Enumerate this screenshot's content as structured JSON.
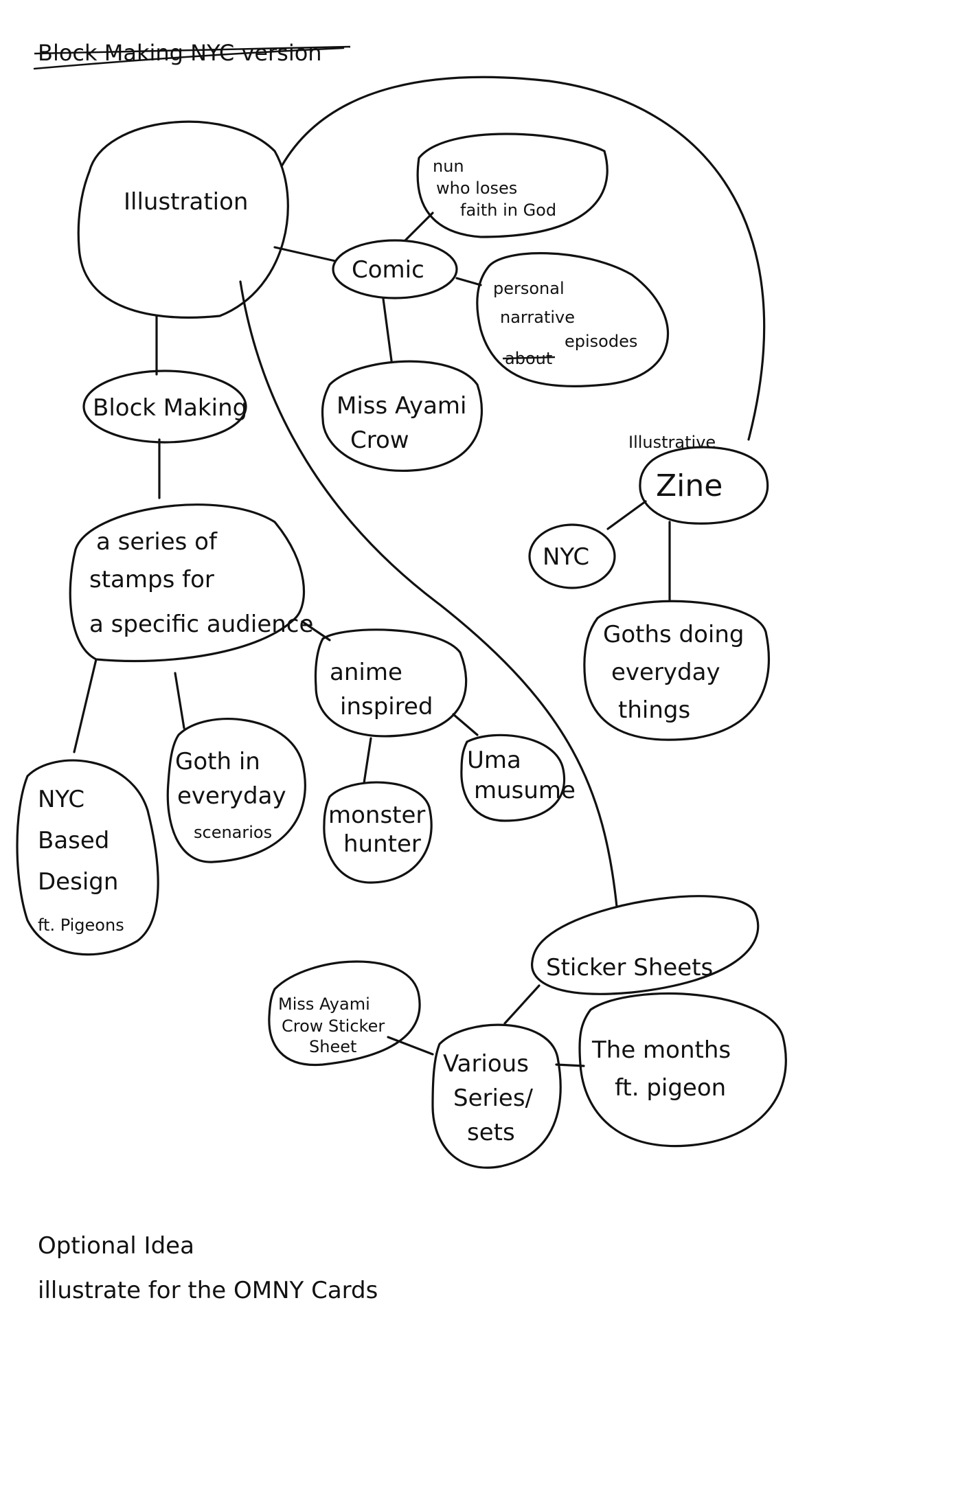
{
  "title": "Block Making NYC version",
  "nodes": {
    "illustration": [
      "Illustration"
    ],
    "comic": [
      "Comic"
    ],
    "nun": [
      "nun",
      "who loses",
      "faith in God"
    ],
    "personal": [
      "personal",
      "narrative",
      "about",
      "episodes"
    ],
    "miss_ayami": [
      "Miss Ayami",
      "Crow"
    ],
    "block_making": [
      "Block Making"
    ],
    "stamps": [
      "a series of",
      "stamps for",
      "a specific audience"
    ],
    "anime": [
      "anime",
      "inspired"
    ],
    "uma": [
      "Uma",
      "musume"
    ],
    "monster": [
      "monster",
      "hunter"
    ],
    "goth_everyday": [
      "Goth in",
      "everyday",
      "scenarios"
    ],
    "nyc_based": [
      "NYC",
      "Based",
      "Design",
      "ft. Pigeons"
    ],
    "zine_note": "Illustrative",
    "zine": [
      "Zine"
    ],
    "nyc": [
      "NYC"
    ],
    "goths_doing": [
      "Goths doing",
      "everyday",
      "things"
    ],
    "sticker_sheets": [
      "Sticker Sheets"
    ],
    "miss_ayami_sticker": [
      "Miss Ayami",
      "Crow Sticker",
      "Sheet"
    ],
    "various": [
      "Various",
      "Series/",
      "sets"
    ],
    "months": [
      "The months",
      "ft. pigeon"
    ]
  },
  "footnote": [
    "Optional Idea",
    "illustrate for the OMNY Cards"
  ]
}
